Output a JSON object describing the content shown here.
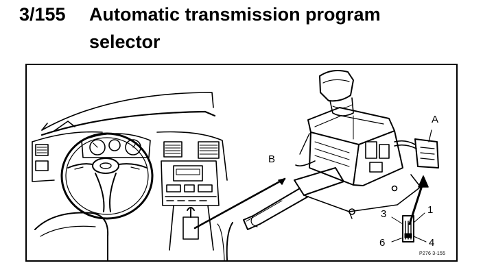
{
  "header": {
    "number": "3/155",
    "title_line1": "Automatic transmission program",
    "title_line2": "selector"
  },
  "callouts": {
    "a": "A",
    "b": "B",
    "pin1": "1",
    "pin3": "3",
    "pin4": "4",
    "pin6": "6"
  },
  "figure_code": "P276 3-155"
}
